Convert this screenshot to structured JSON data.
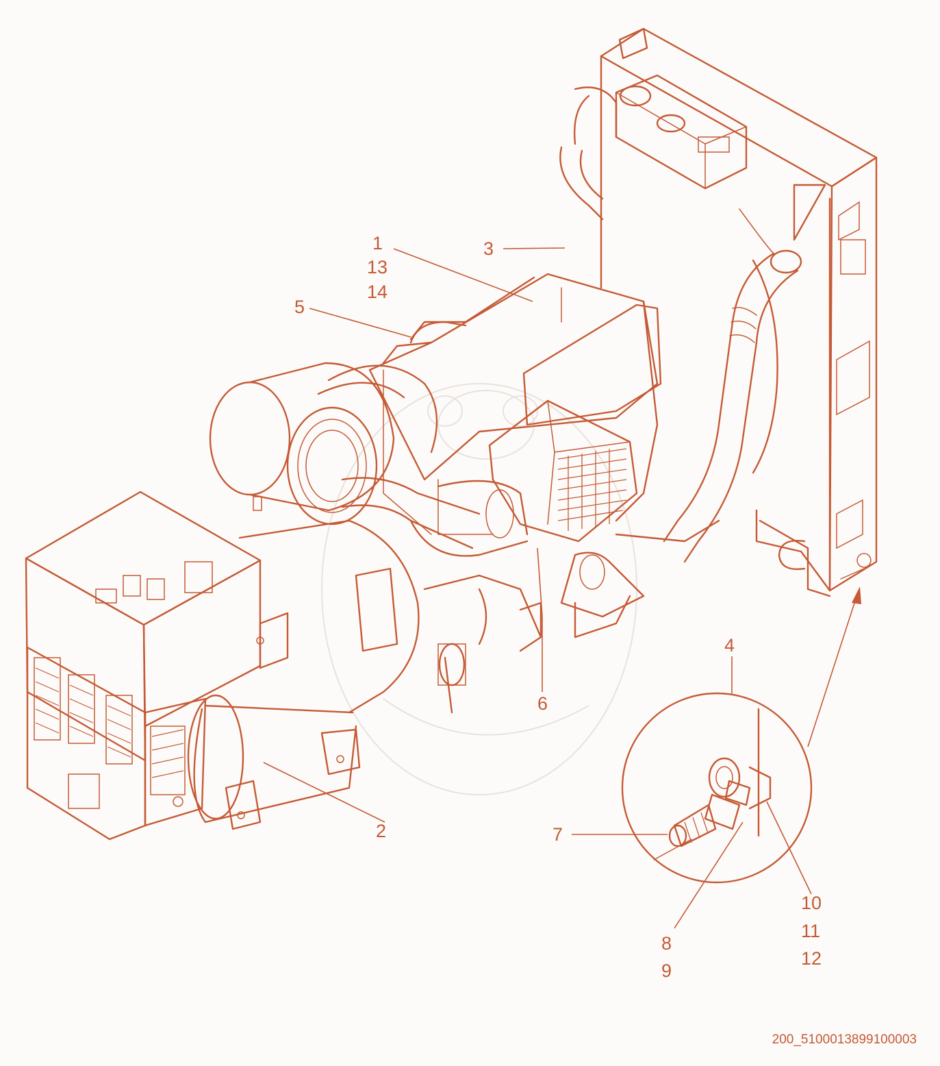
{
  "callouts": {
    "c1": "1",
    "c13": "13",
    "c14": "14",
    "c3": "3",
    "c5": "5",
    "c2": "2",
    "c6": "6",
    "c4": "4",
    "c7": "7",
    "c8": "8",
    "c9": "9",
    "c10": "10",
    "c11": "11",
    "c12": "12"
  },
  "reference": "200_5100013899100003",
  "colors": {
    "line": "#c55a35",
    "background": "#fcfbf9"
  }
}
